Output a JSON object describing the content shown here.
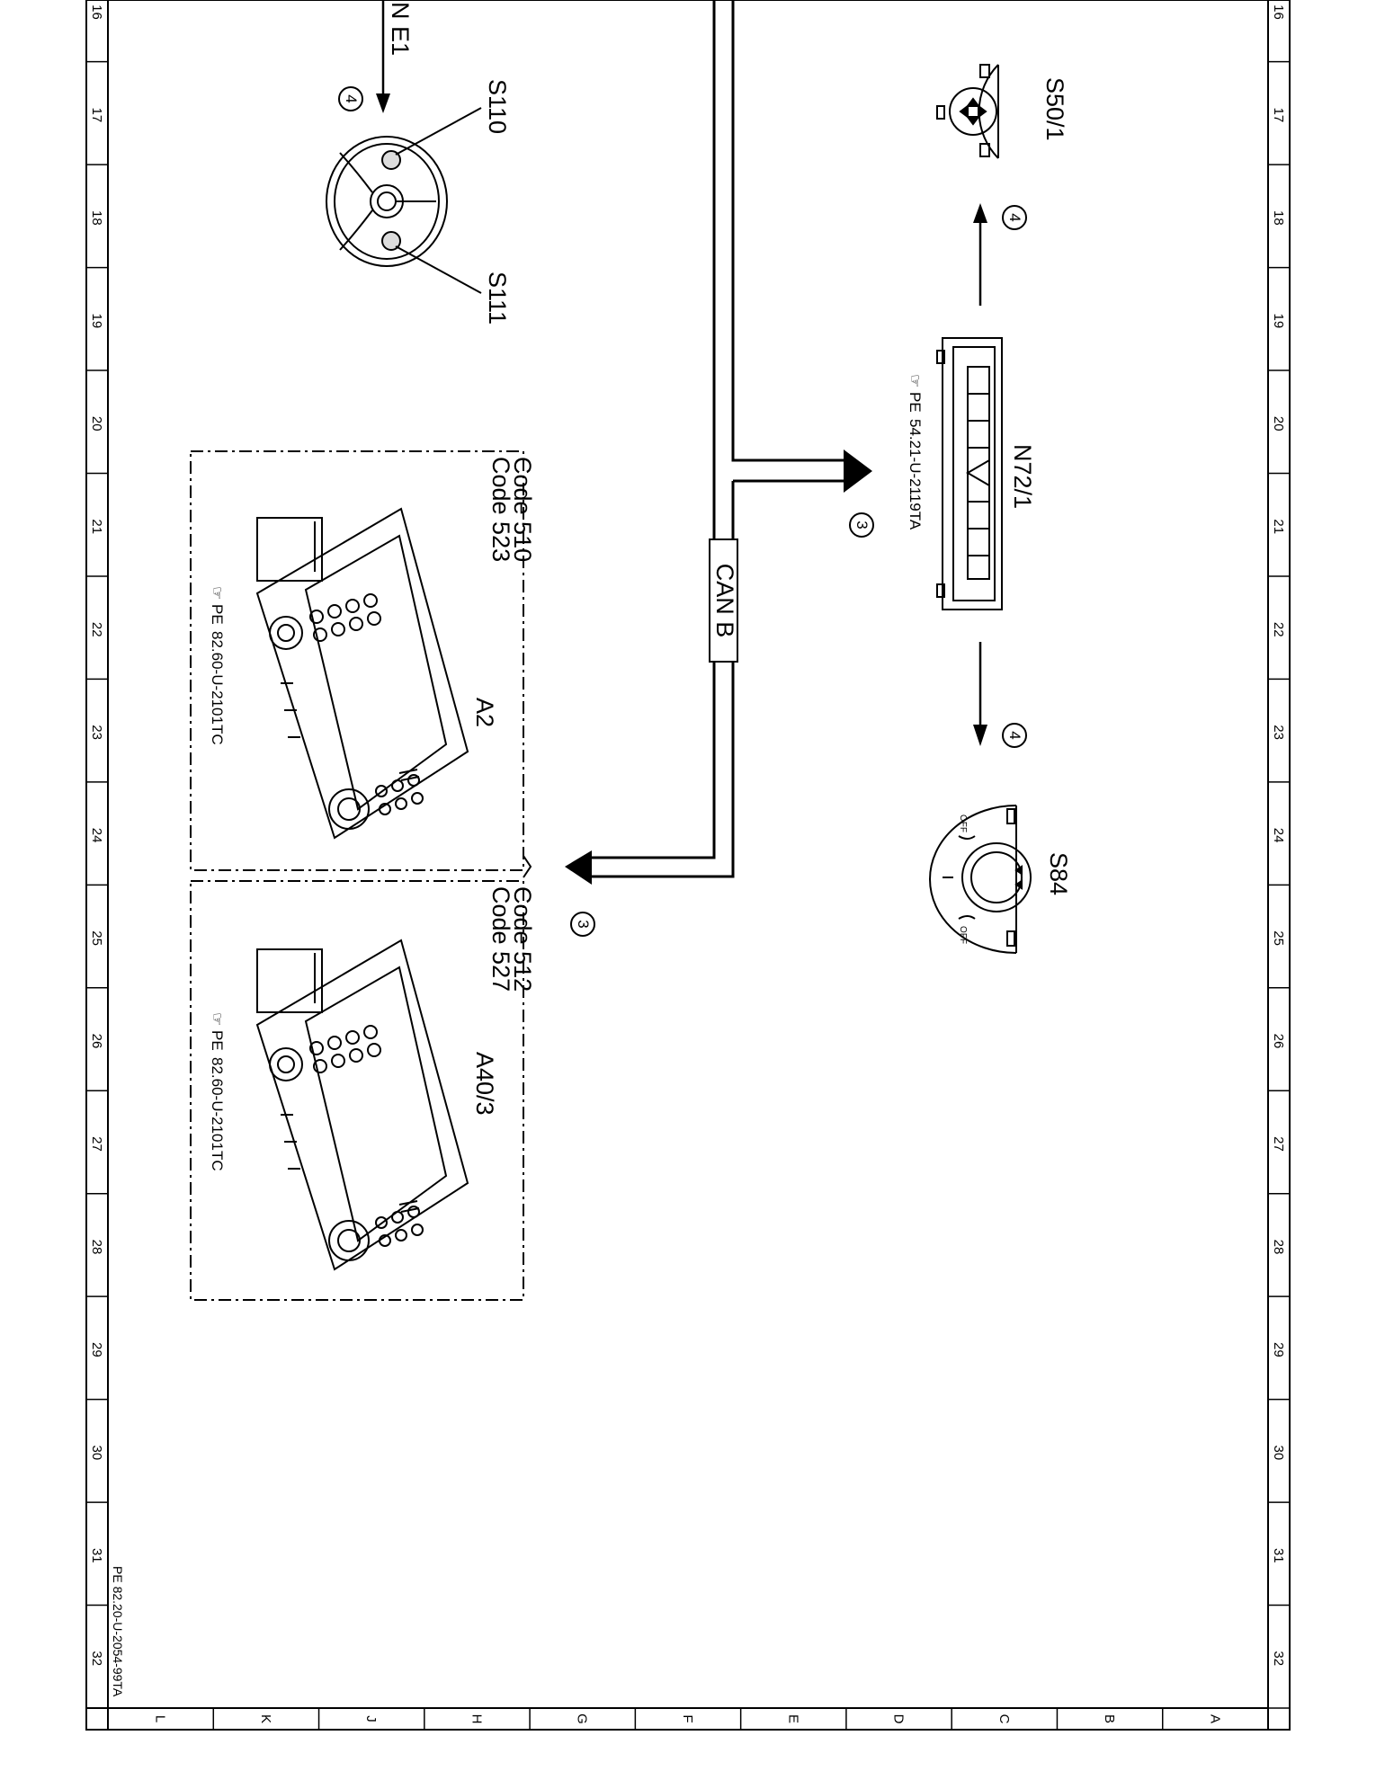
{
  "frame": {
    "row_numbers": [
      "16",
      "17",
      "18",
      "19",
      "20",
      "21",
      "22",
      "23",
      "24",
      "25",
      "26",
      "27",
      "28",
      "29",
      "30",
      "31",
      "32"
    ],
    "column_letters": [
      "L",
      "K",
      "J",
      "H",
      "G",
      "F",
      "E",
      "D",
      "C",
      "B",
      "A"
    ]
  },
  "bus": {
    "label": "CAN B"
  },
  "connection": {
    "label": "N E1"
  },
  "circle_refs": {
    "steering_in": "4",
    "n72_to_s50": "4",
    "n72_to_s84": "4",
    "can_to_n72": "3",
    "can_to_radio": "3"
  },
  "components": {
    "s110": {
      "label": "S110"
    },
    "s111": {
      "label": "S111"
    },
    "s50_1": {
      "label": "S50/1"
    },
    "n72_1": {
      "label": "N72/1",
      "ref_prefix": "PE",
      "ref": "54.21-U-2119TA"
    },
    "s84": {
      "label": "S84",
      "off_left": "OFF",
      "off_right": "OFF"
    },
    "a2": {
      "label": "A2",
      "code1": "Code 510",
      "code2": "Code 523",
      "ref_prefix": "PE",
      "ref": "82.60-U-2101TC"
    },
    "a40_3": {
      "label": "A40/3",
      "code1": "Code 512",
      "code2": "Code 527",
      "ref_prefix": "PE",
      "ref": "82.60-U-2101TC"
    }
  },
  "footer": {
    "doc_ref": "PE 82.20-U-2054-99TA"
  }
}
